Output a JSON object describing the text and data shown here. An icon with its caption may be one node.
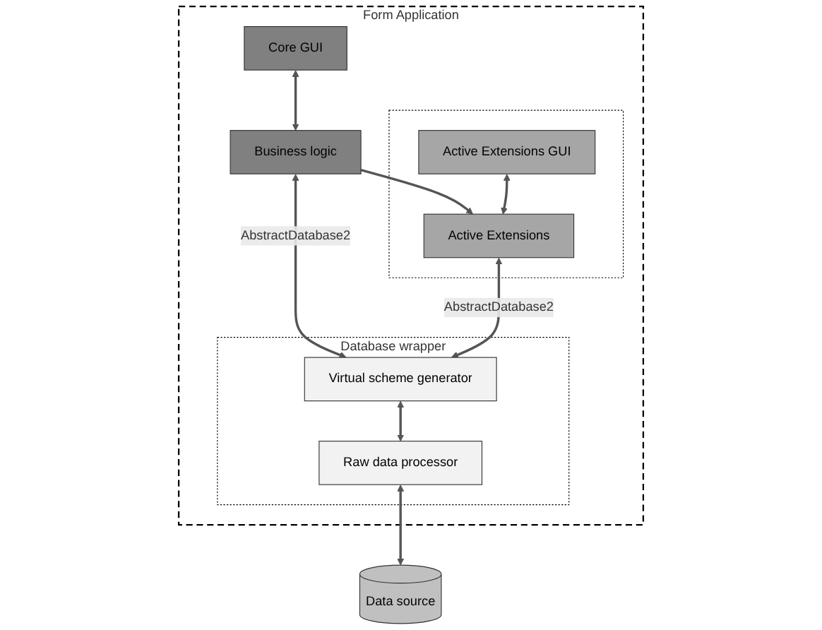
{
  "diagram": {
    "nodes": [
      {
        "text": [
          "Form Application"
        ]
      },
      {
        "text": [
          "Core GUI"
        ],
        "in": 0
      },
      {
        "text": [
          "Business logic"
        ],
        "in": 0
      },
      {
        "text": [],
        "shape": "box",
        "in": 0
      },
      {
        "text": [
          "Active Extensions GUI"
        ],
        "in": 3
      },
      {
        "text": [
          "Active Extensions"
        ],
        "in": 3
      },
      {
        "text": [
          "Database wrapper"
        ],
        "in": 0
      },
      {
        "text": [
          "Virtual scheme generator"
        ],
        "in": 6
      },
      {
        "text": [
          "Raw data processor"
        ],
        "in": 6
      },
      {
        "text": [
          "Data source"
        ]
      }
    ],
    "edges": [
      {
        "from": 1,
        "to": 2,
        "arrow": "both"
      },
      {
        "from": 2,
        "to": 5,
        "arrow": "to"
      },
      {
        "from": 4,
        "to": 5,
        "arrow": "both"
      },
      {
        "from": 2,
        "to": 7,
        "arrow": "both",
        "label": "AbstractDatabase2"
      },
      {
        "from": 5,
        "to": 7,
        "arrow": "both",
        "label": "AbstractDatabase2"
      },
      {
        "from": 7,
        "to": 8,
        "arrow": "both"
      },
      {
        "from": 8,
        "to": 9,
        "arrow": "both"
      }
    ]
  }
}
